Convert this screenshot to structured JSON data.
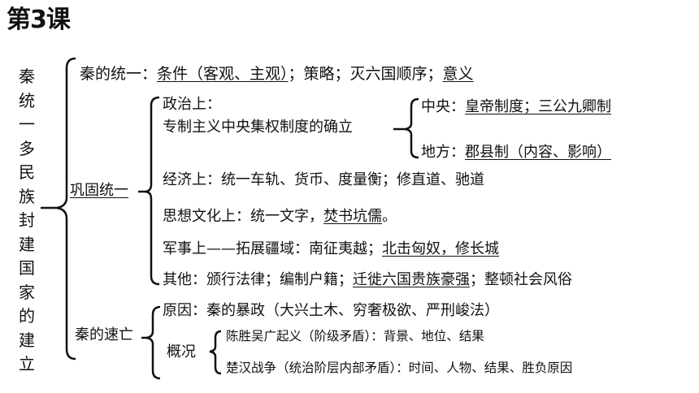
{
  "title": "第3课",
  "root": "秦统一多民族封建国家的建立",
  "unify": {
    "prefix": "秦的统一：",
    "conditions": "条件（客观、主观）",
    "sep1": "；策略；灭六国顺序；",
    "meaning": "意义"
  },
  "consolidate": {
    "label": "巩固统一",
    "politics": {
      "heading": "政治上：",
      "line": "专制主义中央集权制度的确立",
      "central_prefix": "中央：",
      "central_items": "皇帝制度；三公九卿制",
      "local_prefix": "地方：",
      "local_items": "郡县制（内容、影响）"
    },
    "economy": "经济上：统一车轨、货币、度量衡；修直道、驰道",
    "culture": {
      "prefix": "思想文化上：统一文字，",
      "burn": "焚书坑儒",
      "suffix": "。"
    },
    "military": {
      "prefix": "军事上——拓展疆域：南征夷越；",
      "north": "北击匈奴，修长城"
    },
    "other": {
      "prefix": "其他：颁行法律；编制户籍；",
      "migrate": "迁徙六国贵族豪强",
      "suffix": "；整顿社会风俗"
    }
  },
  "fall": {
    "label": "秦的速亡",
    "cause": "原因：秦的暴政（大兴土木、穷奢极欲、严刑峻法）",
    "overview_label": "概况",
    "chen": "陈胜吴广起义（阶级矛盾）：背景、地位、结果",
    "chuhan": "楚汉战争（统治阶层内部矛盾）：时间、人物、结果、胜负原因"
  }
}
